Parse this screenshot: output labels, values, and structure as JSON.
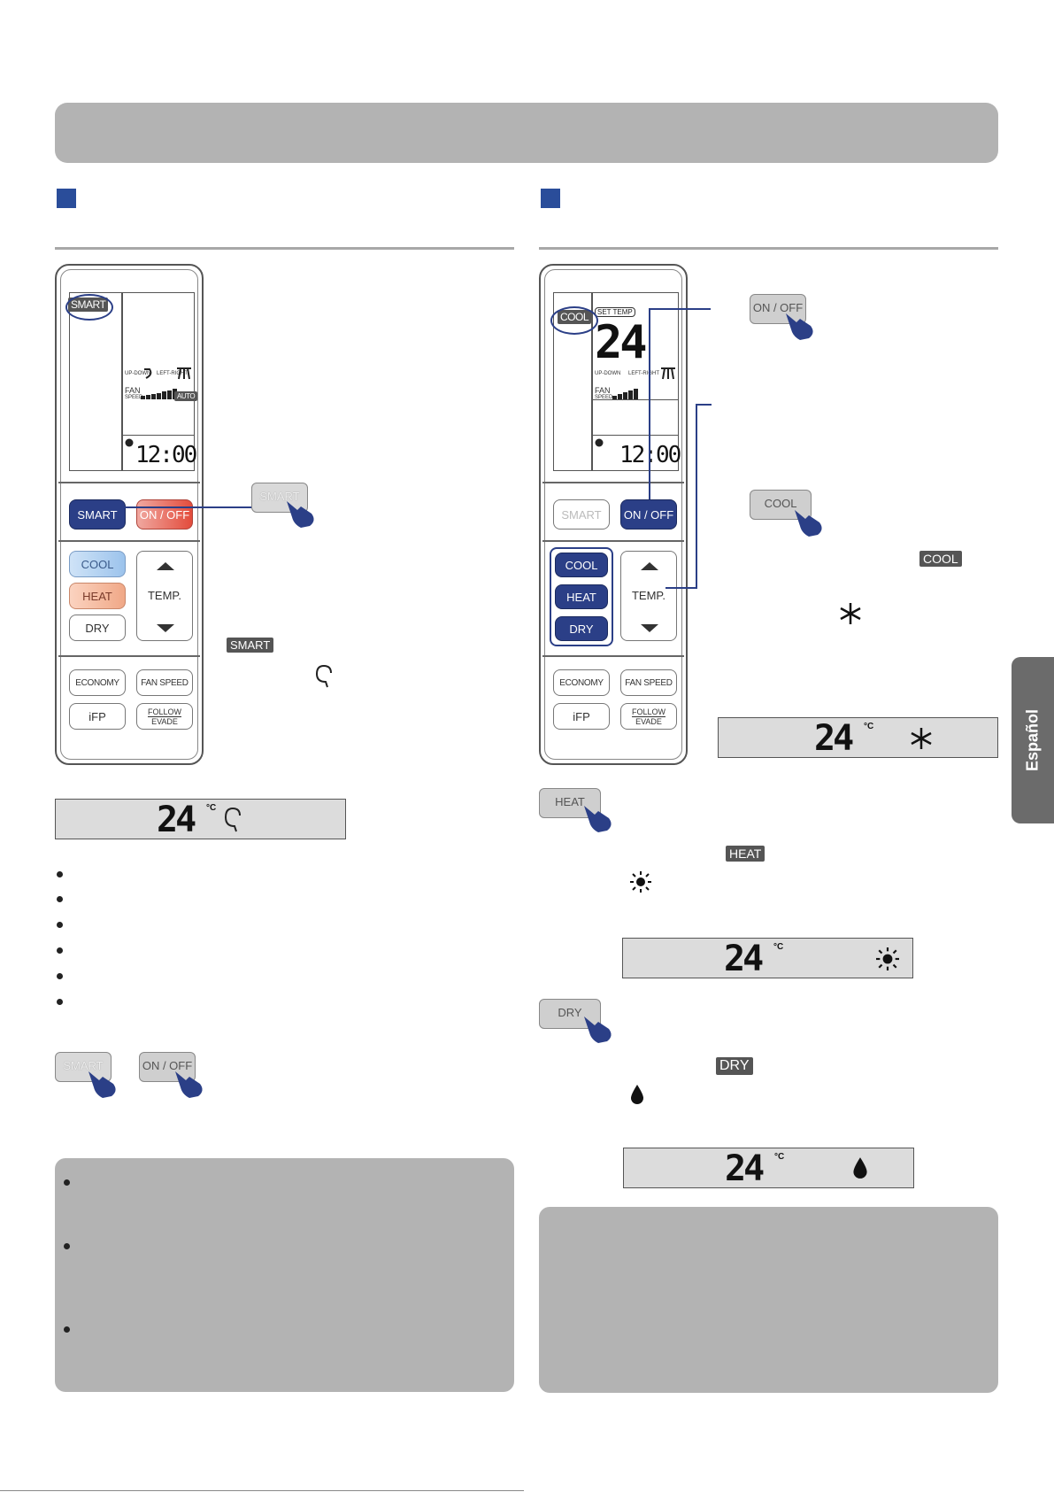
{
  "side_tab": "Español",
  "left_remote": {
    "lcd": {
      "mode_label": "SMART",
      "updown_label": "UP-DOWN",
      "leftright_label": "LEFT-RIGHT",
      "fan_label": "FAN",
      "speed_label": "SPEED",
      "auto_label": "AUTO",
      "clock": "12:00"
    },
    "buttons": {
      "smart": "SMART",
      "onoff": "ON / OFF",
      "cool": "COOL",
      "heat": "HEAT",
      "dry": "DRY",
      "temp": "TEMP.",
      "economy": "ECONOMY",
      "fan_speed": "FAN SPEED",
      "ifp": "iFP",
      "follow": "FOLLOW",
      "evade": "EVADE"
    }
  },
  "right_remote": {
    "lcd": {
      "mode_label": "COOL",
      "set_temp_label": "SET TEMP",
      "temperature": "24",
      "updown_label": "UP-DOWN",
      "leftright_label": "LEFT-RIGHT",
      "fan_label": "FAN",
      "speed_label": "SPEED",
      "clock": "12:00"
    },
    "buttons": {
      "smart": "SMART",
      "onoff": "ON / OFF",
      "cool": "COOL",
      "heat": "HEAT",
      "dry": "DRY",
      "temp": "TEMP.",
      "economy": "ECONOMY",
      "fan_speed": "FAN SPEED",
      "ifp": "iFP",
      "follow": "FOLLOW",
      "evade": "EVADE"
    }
  },
  "press_buttons": {
    "smart_left": "SMART",
    "onoff_right": "ON / OFF",
    "cool_right": "COOL",
    "heat": "HEAT",
    "dry": "DRY",
    "smart_bottom": "SMART",
    "onoff_bottom": "ON / OFF"
  },
  "callouts": {
    "smart": "SMART",
    "cool": "COOL",
    "heat": "HEAT",
    "dry": "DRY"
  },
  "displays": {
    "smart": {
      "temperature": "24",
      "unit": "°C",
      "icon": "smart-head-icon"
    },
    "cool": {
      "temperature": "24",
      "unit": "°C",
      "icon": "snowflake-icon"
    },
    "heat": {
      "temperature": "24",
      "unit": "°C",
      "icon": "sun-icon"
    },
    "dry": {
      "temperature": "24",
      "unit": "°C",
      "icon": "drop-icon"
    }
  },
  "colors": {
    "navy": "#2b3f87",
    "band_gray": "#b3b3b3",
    "side_tab": "#6b6b6b"
  }
}
